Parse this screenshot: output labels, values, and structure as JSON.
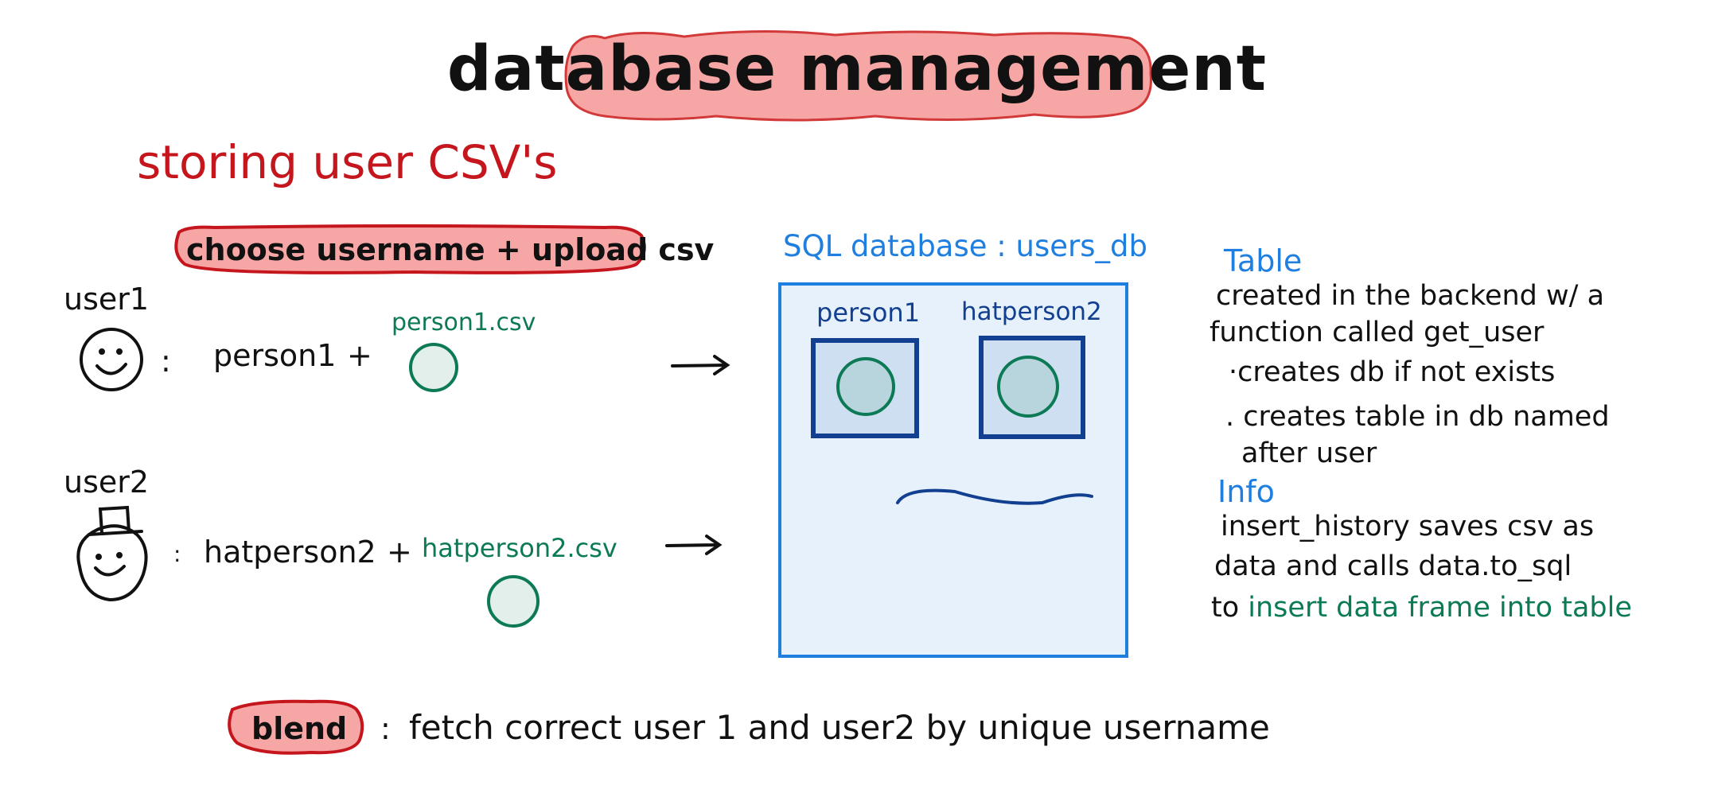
{
  "title": "database management",
  "section": "storing user CSV's",
  "choose_label": "choose username + upload csv",
  "users": [
    {
      "label": "user1",
      "username": "person1",
      "plus": "+",
      "file": "person1.csv",
      "colon": ":"
    },
    {
      "label": "user2",
      "username": "hatperson2",
      "plus": "+",
      "file": "hatperson2.csv",
      "colon": ":"
    }
  ],
  "database": {
    "label": "SQL database : users_db",
    "tables": [
      "person1",
      "hatperson2"
    ]
  },
  "notes": {
    "table_heading": "Table",
    "table_lines": [
      "created in the backend w/ a",
      "function called get_user"
    ],
    "bullet1": "·creates db if not exists",
    "bullet2_lines": [
      ". creates table in db named",
      "after user"
    ],
    "info_heading": "Info",
    "info_lines": [
      "insert_history saves csv as",
      "data and calls data.to_sql"
    ],
    "info_last_prefix": "to ",
    "info_last_highlight": "insert data frame into table"
  },
  "blend": {
    "label": "blend",
    "colon": ":",
    "text": "fetch correct user 1 and user2 by unique username"
  },
  "colors": {
    "accent_red": "#c4161c",
    "highlight_pink": "#f7a6a6",
    "green": "#0b7a55",
    "blue_light": "#1f7fe0",
    "blue_dark": "#123f8f",
    "db_fill": "#e6f1fc",
    "table_fill": "#cfdff2"
  }
}
